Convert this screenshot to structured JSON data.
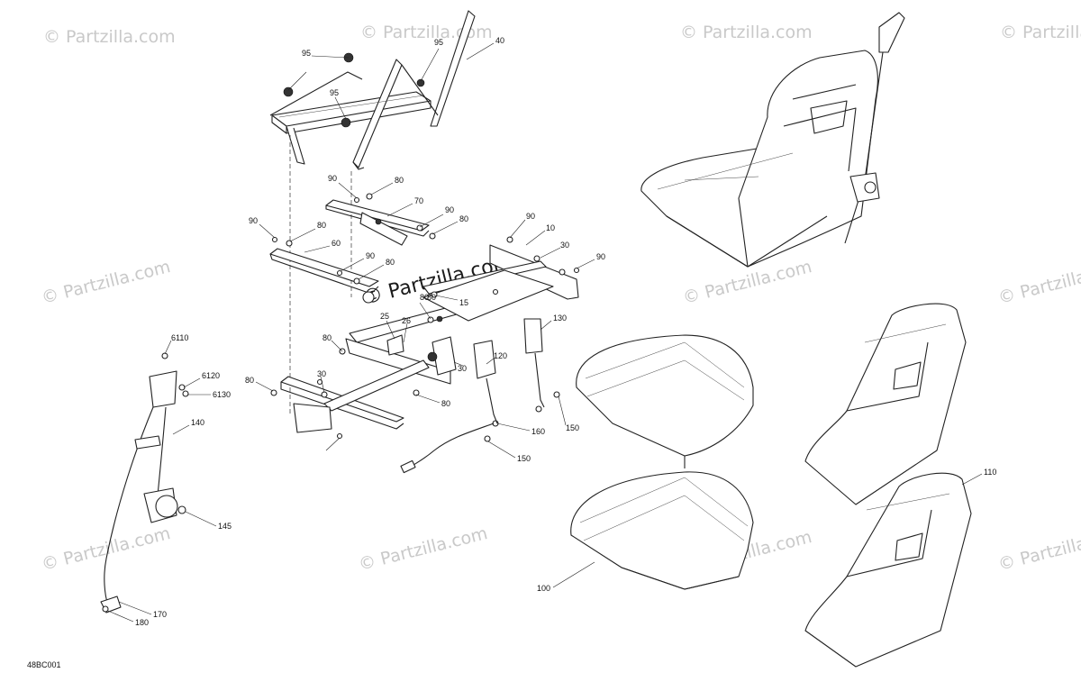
{
  "diagram_code": "48BC001",
  "watermark_text": "© Partzilla.com",
  "callouts": [
    {
      "label": "95"
    },
    {
      "label": "95"
    },
    {
      "label": "95"
    },
    {
      "label": "40"
    },
    {
      "label": "90"
    },
    {
      "label": "80"
    },
    {
      "label": "70"
    },
    {
      "label": "90"
    },
    {
      "label": "80"
    },
    {
      "label": "90"
    },
    {
      "label": "80"
    },
    {
      "label": "60"
    },
    {
      "label": "90"
    },
    {
      "label": "80"
    },
    {
      "label": "90"
    },
    {
      "label": "10"
    },
    {
      "label": "30"
    },
    {
      "label": "90"
    },
    {
      "label": "80"
    },
    {
      "label": "15"
    },
    {
      "label": "25"
    },
    {
      "label": "26"
    },
    {
      "label": "80"
    },
    {
      "label": "130"
    },
    {
      "label": "30"
    },
    {
      "label": "120"
    },
    {
      "label": "30"
    },
    {
      "label": "80"
    },
    {
      "label": "80"
    },
    {
      "label": "80"
    },
    {
      "label": "160"
    },
    {
      "label": "150"
    },
    {
      "label": "150"
    },
    {
      "label": "6110"
    },
    {
      "label": "6120"
    },
    {
      "label": "6130"
    },
    {
      "label": "140"
    },
    {
      "label": "145"
    },
    {
      "label": "170"
    },
    {
      "label": "180"
    },
    {
      "label": "110"
    },
    {
      "label": "100"
    }
  ]
}
